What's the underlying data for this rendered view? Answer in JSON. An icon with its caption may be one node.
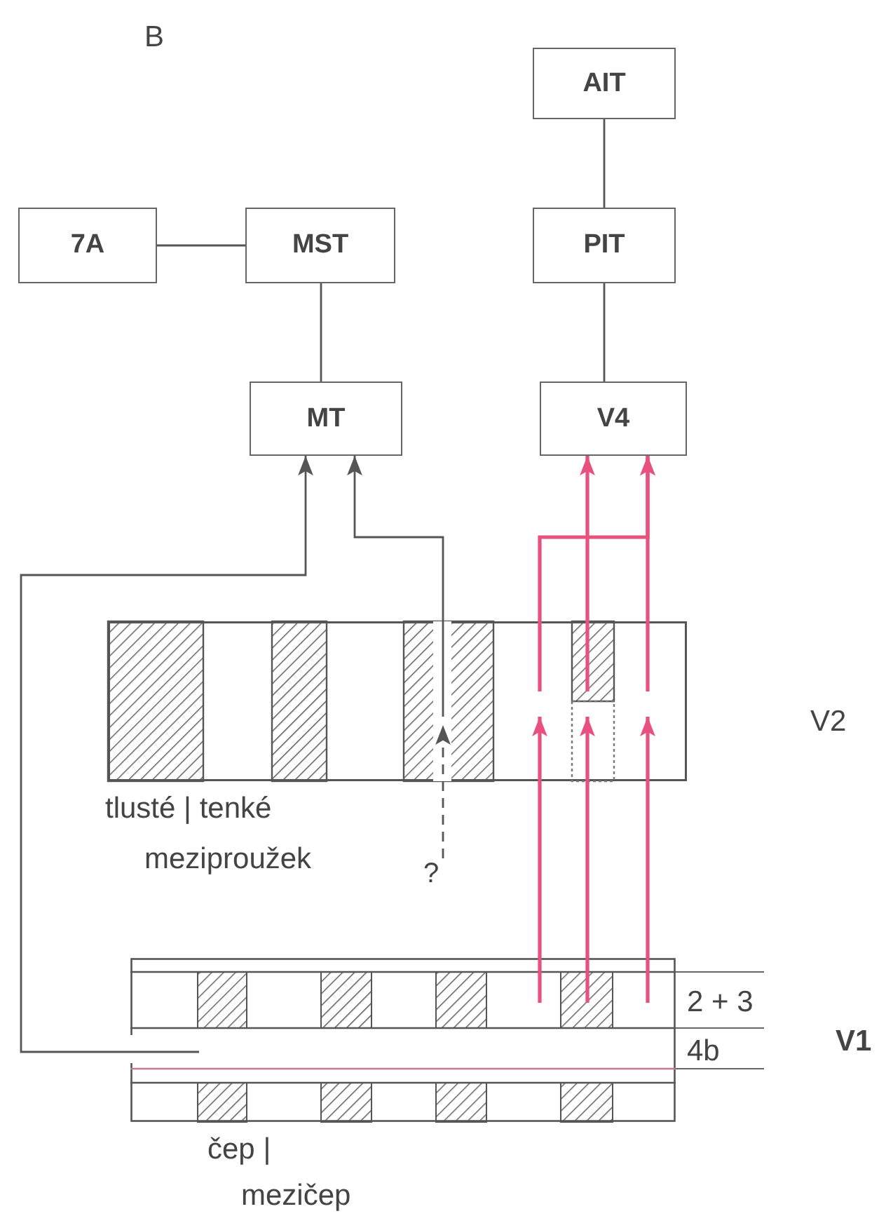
{
  "diagram": {
    "nodes": [
      {
        "text": [
          "AIT"
        ]
      },
      {
        "text": [
          "7A"
        ]
      },
      {
        "text": [
          "MST"
        ]
      },
      {
        "text": [
          "PIT"
        ]
      },
      {
        "text": [
          "MT"
        ]
      },
      {
        "text": [
          "V4"
        ]
      },
      {
        "text": [
          "V2"
        ]
      },
      {
        "text": [
          "?"
        ]
      },
      {
        "text": [
          "V1"
        ]
      }
    ],
    "edges": [
      {
        "from": 1,
        "to": 2,
        "arrow": "none"
      },
      {
        "from": 0,
        "to": 3,
        "arrow": "none"
      },
      {
        "from": 2,
        "to": 4,
        "arrow": "none"
      },
      {
        "from": 3,
        "to": 5,
        "arrow": "none"
      },
      {
        "from": 8,
        "to": 4,
        "arrow": "to"
      },
      {
        "from": 7,
        "to": 6,
        "arrow": "to",
        "style": "dashed"
      },
      {
        "from": 6,
        "to": 4,
        "arrow": "to"
      },
      {
        "from": 8,
        "to": 6,
        "arrow": "to",
        "color": "#e8507e"
      },
      {
        "from": 8,
        "to": 6,
        "arrow": "to",
        "color": "#e8507e"
      },
      {
        "from": 8,
        "to": 6,
        "arrow": "to",
        "color": "#e8507e"
      },
      {
        "from": 6,
        "to": 5,
        "arrow": "to",
        "color": "#e8507e"
      },
      {
        "from": 6,
        "to": 5,
        "arrow": "to",
        "color": "#e8507e"
      },
      {
        "from": 6,
        "to": 5,
        "arrow": "to",
        "color": "#e8507e"
      }
    ],
    "labels": [
      "B",
      "tlusté | tenké",
      "meziproužek",
      "2 + 3",
      "4b",
      "čep |",
      "mezičep"
    ]
  }
}
